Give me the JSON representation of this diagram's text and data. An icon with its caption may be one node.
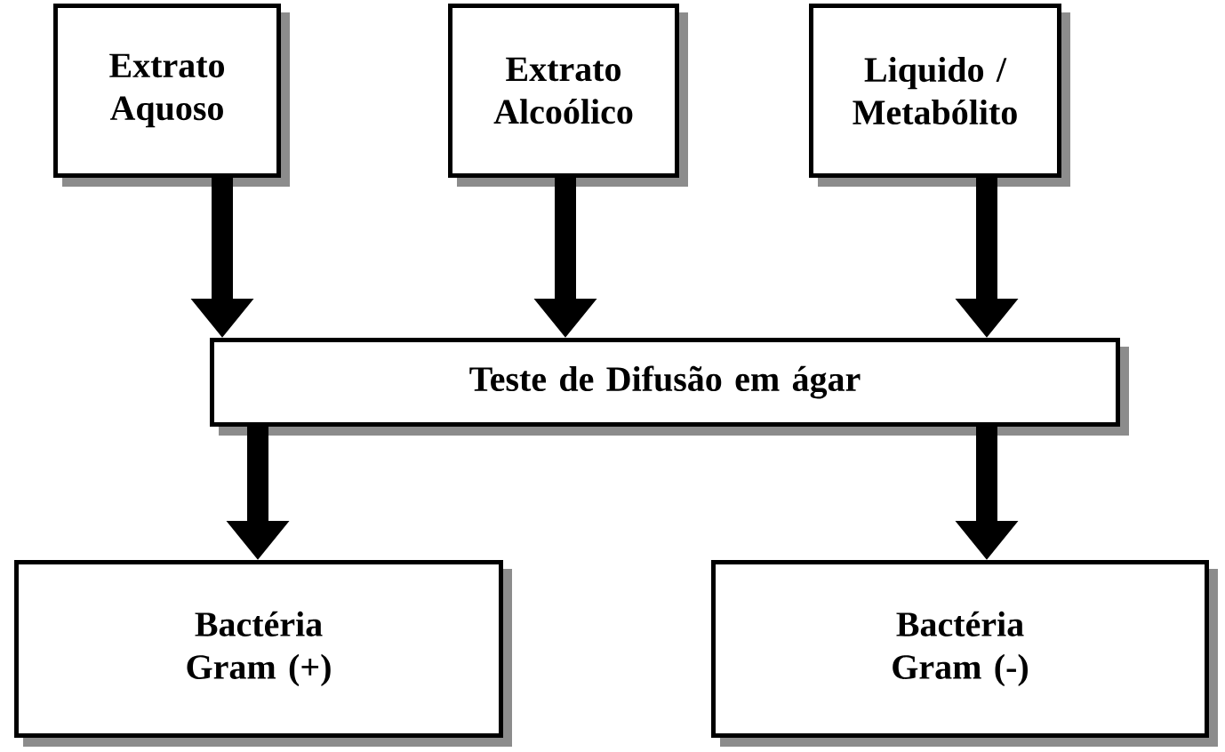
{
  "diagram": {
    "nodes": [
      {
        "text": [
          "Extrato Aquoso"
        ]
      },
      {
        "text": [
          "Extrato Alcoólico"
        ]
      },
      {
        "text": [
          "Liquido / Metabólito"
        ]
      },
      {
        "text": [
          "Teste de Difusão em ágar"
        ]
      },
      {
        "text": [
          "Bactéria Gram (+)"
        ]
      },
      {
        "text": [
          "Bactéria Gram (-)"
        ]
      }
    ],
    "edges": [
      {
        "from": 0,
        "to": 3,
        "arrow": "to"
      },
      {
        "from": 1,
        "to": 3,
        "arrow": "to"
      },
      {
        "from": 2,
        "to": 3,
        "arrow": "to"
      },
      {
        "from": 3,
        "to": 4,
        "arrow": "to"
      },
      {
        "from": 3,
        "to": 5,
        "arrow": "to"
      }
    ]
  }
}
